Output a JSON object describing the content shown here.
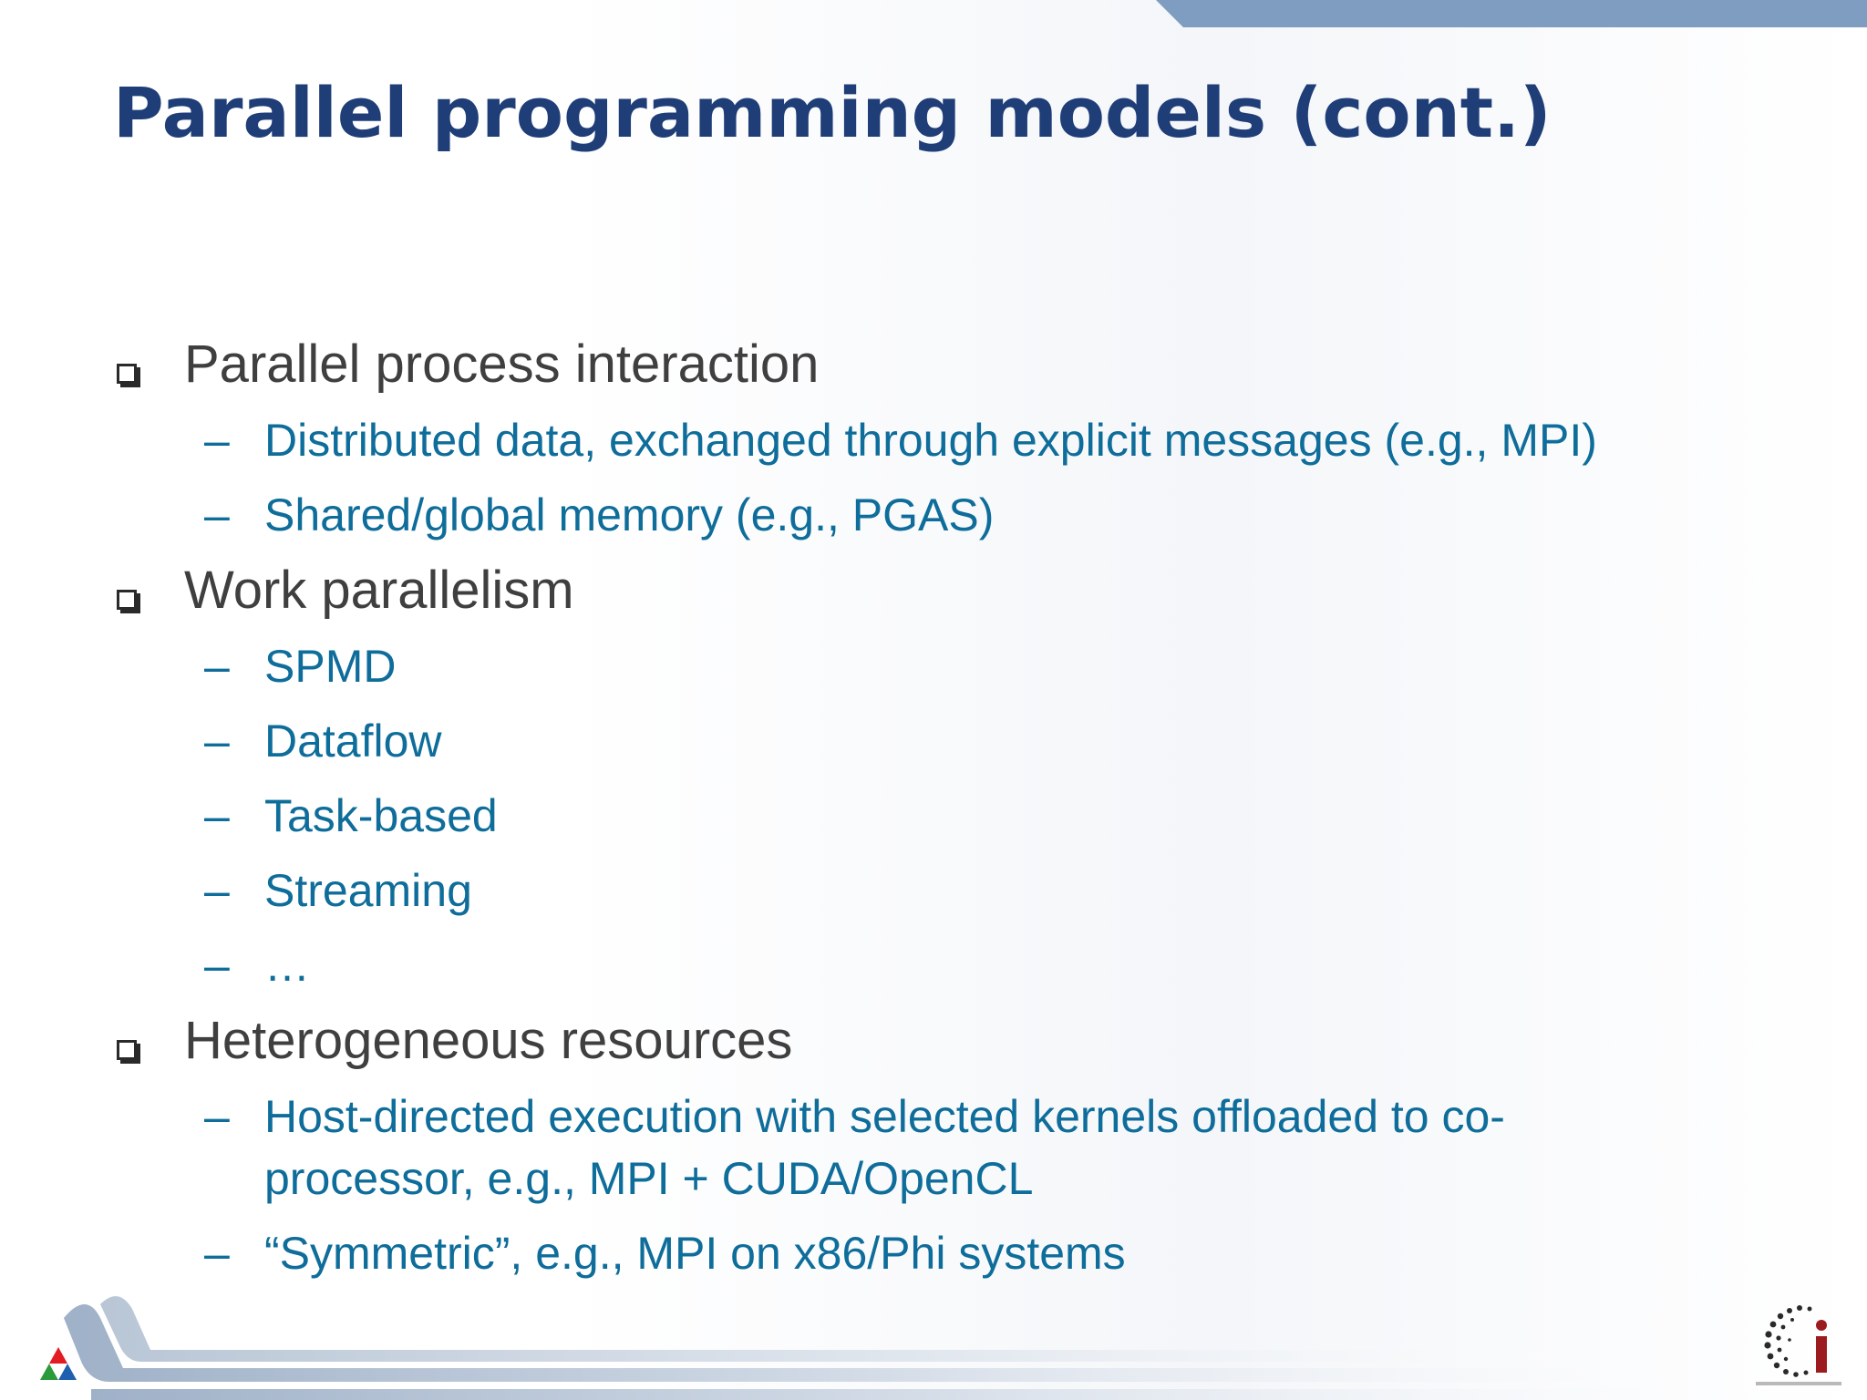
{
  "slide": {
    "title": "Parallel programming models (cont.)",
    "sections": [
      {
        "heading": "Parallel process interaction",
        "items": [
          "Distributed data, exchanged through explicit messages (e.g., MPI)",
          "Shared/global memory (e.g., PGAS)"
        ]
      },
      {
        "heading": "Work parallelism",
        "items": [
          "SPMD",
          "Dataflow",
          "Task-based",
          "Streaming",
          "…"
        ]
      },
      {
        "heading": "Heterogeneous resources",
        "items": [
          "Host-directed execution with selected kernels offloaded to co-processor, e.g., MPI + CUDA/OpenCL",
          "“Symmetric”, e.g., MPI on x86/Phi systems"
        ]
      }
    ],
    "dash": "–",
    "colors": {
      "title": "#1f3e78",
      "heading": "#3f3f3f",
      "subitem": "#0e6d9a",
      "band": "#7f9dc0"
    },
    "icons": {
      "bullet": "checkbox-bullet-icon",
      "logo_left": "argonne-triangle-logo-icon",
      "logo_right": "computation-institute-logo-icon"
    }
  }
}
